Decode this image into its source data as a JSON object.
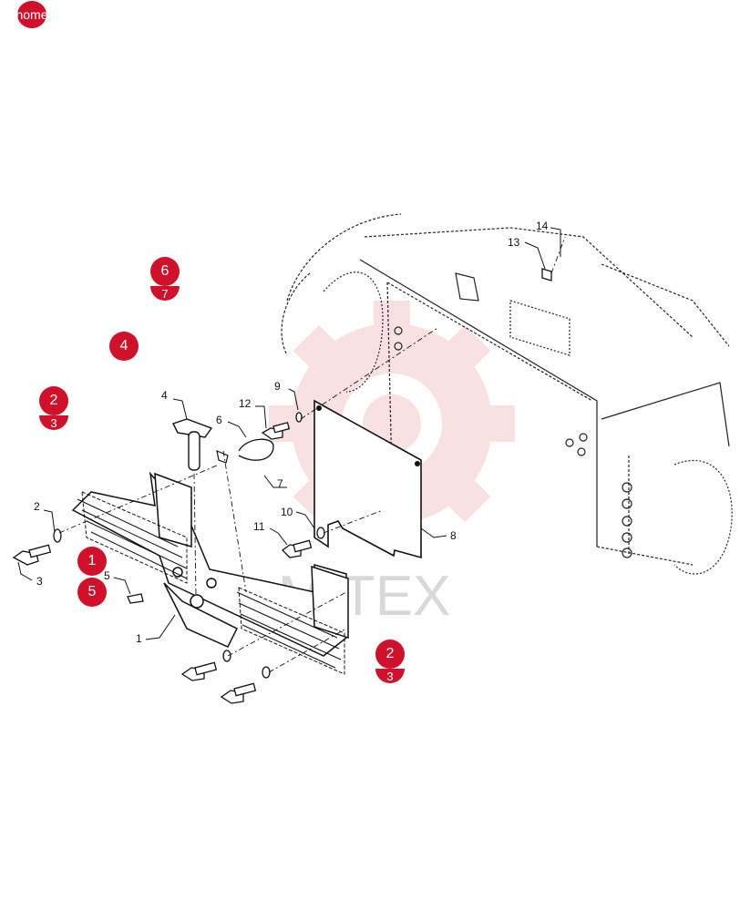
{
  "home_label": "home",
  "watermark_text": "MITEX",
  "callouts": [
    "1",
    "2",
    "3",
    "4",
    "5",
    "6",
    "7",
    "8",
    "9",
    "10",
    "11",
    "12",
    "13",
    "14"
  ],
  "hotspots": {
    "h1": "1",
    "h2a": "2",
    "h3a": "3",
    "h4": "4",
    "h5": "5",
    "h6": "6",
    "h7": "7",
    "h2b": "2",
    "h3b": "3"
  },
  "colors": {
    "hotspot": "#d0112b",
    "watermark_gear": "#f6c9c9"
  }
}
